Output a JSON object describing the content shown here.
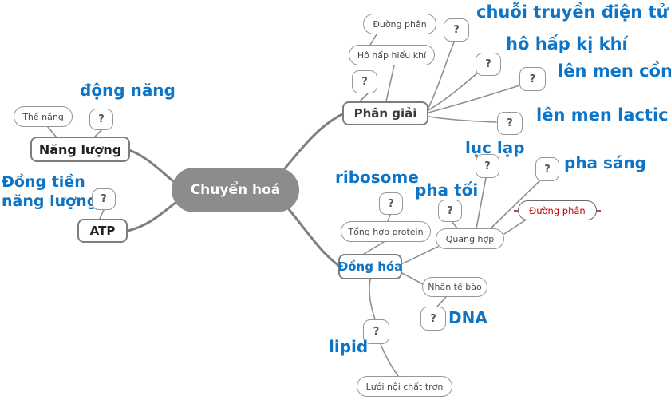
{
  "colors": {
    "blue": "#0d74c6",
    "gray_node": "#8c8c8c",
    "red": "#c00000"
  },
  "q": "?",
  "center": {
    "label": "Chuyển hoá"
  },
  "energy": {
    "node": "Năng lượng",
    "hint": "Thế năng",
    "answer": "động năng"
  },
  "atp": {
    "node": "ATP",
    "answer": "Đồng tiền năng lượng"
  },
  "catabolism": {
    "node": "Phân giải",
    "glycolysis": "Đường phân",
    "aerobic": "Hô hấp hiếu khí",
    "etc": "chuỗi truyền điện tử",
    "anaerobic": "hô hấp kị khí",
    "alcohol": "lên men cồn",
    "lactic": "lên men lactic"
  },
  "anabolism": {
    "node": "Đồng hóa",
    "protein": "Tổng hợp protein",
    "ribosome": "ribosome",
    "photosynthesis": "Quang hợp",
    "dark_phase": "pha tối",
    "chloroplast": "lục lạp",
    "light_phase": "pha sáng",
    "wrong": "Đường phân",
    "nucleus": "Nhân tế bào",
    "dna": "DNA",
    "lipid": "lipid",
    "smooth_er": "Lưới nội chất trơn"
  }
}
